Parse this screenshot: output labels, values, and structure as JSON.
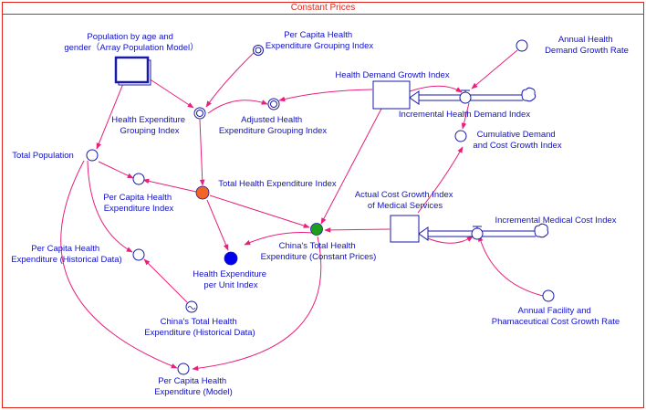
{
  "title": "Constant Prices",
  "colors": {
    "link": "#e8207c",
    "node_stroke": "#1a1aa8",
    "label": "#1010c8",
    "frame": "#e2231a",
    "total_health_expenditure_index": "#f26522",
    "chinas_total_health_expenditure": "#1aa01a",
    "health_expenditure_per_unit_index": "#0000ee"
  },
  "nodes": {
    "population_model": [
      "Population by age and",
      "gender（Array Population Model）"
    ],
    "per_capita_grouping_index": [
      "Per Capita Health",
      "Expenditure Grouping Index"
    ],
    "health_expenditure_grouping_index": [
      "Health Expenditure",
      "Grouping Index"
    ],
    "adjusted_grouping_index": [
      "Adjusted Health",
      "Expenditure Grouping Index"
    ],
    "health_demand_growth_index": [
      "Health Demand Growth Index"
    ],
    "annual_health_demand_growth_rate": [
      "Annual Health",
      "Demand Growth Rate"
    ],
    "incremental_health_demand_index": [
      "Incremental Health Demand Index"
    ],
    "cumulative_demand_cost_growth_index": [
      "Cumulative Demand",
      "and Cost Growth Index"
    ],
    "total_population": [
      "Total Population"
    ],
    "per_capita_health_expenditure_index": [
      "Per Capita Health",
      "Expenditure Index"
    ],
    "total_health_expenditure_index": [
      "Total Health Expenditure Index"
    ],
    "actual_cost_growth_index": [
      "Actual Cost Growth Index",
      "of Medical Services"
    ],
    "incremental_medical_cost_index": [
      "Incremental Medical Cost Index"
    ],
    "chinas_total_health_expenditure_constant": [
      "China's Total Health",
      "Expenditure (Constant Prices)"
    ],
    "per_capita_health_expenditure_historical": [
      "Per Capita Health",
      "Expenditure (Historical Data)"
    ],
    "health_expenditure_per_unit_index": [
      "Health Expenditure",
      "per Unit Index"
    ],
    "chinas_total_health_expenditure_historical": [
      "China's Total Health",
      "Expenditure (Historical Data)"
    ],
    "annual_facility_cost_growth_rate": [
      "Annual Facility and",
      "Phamaceutical Cost Growth Rate"
    ],
    "per_capita_health_expenditure_model": [
      "Per Capita Health",
      "Expenditure (Model)"
    ]
  }
}
